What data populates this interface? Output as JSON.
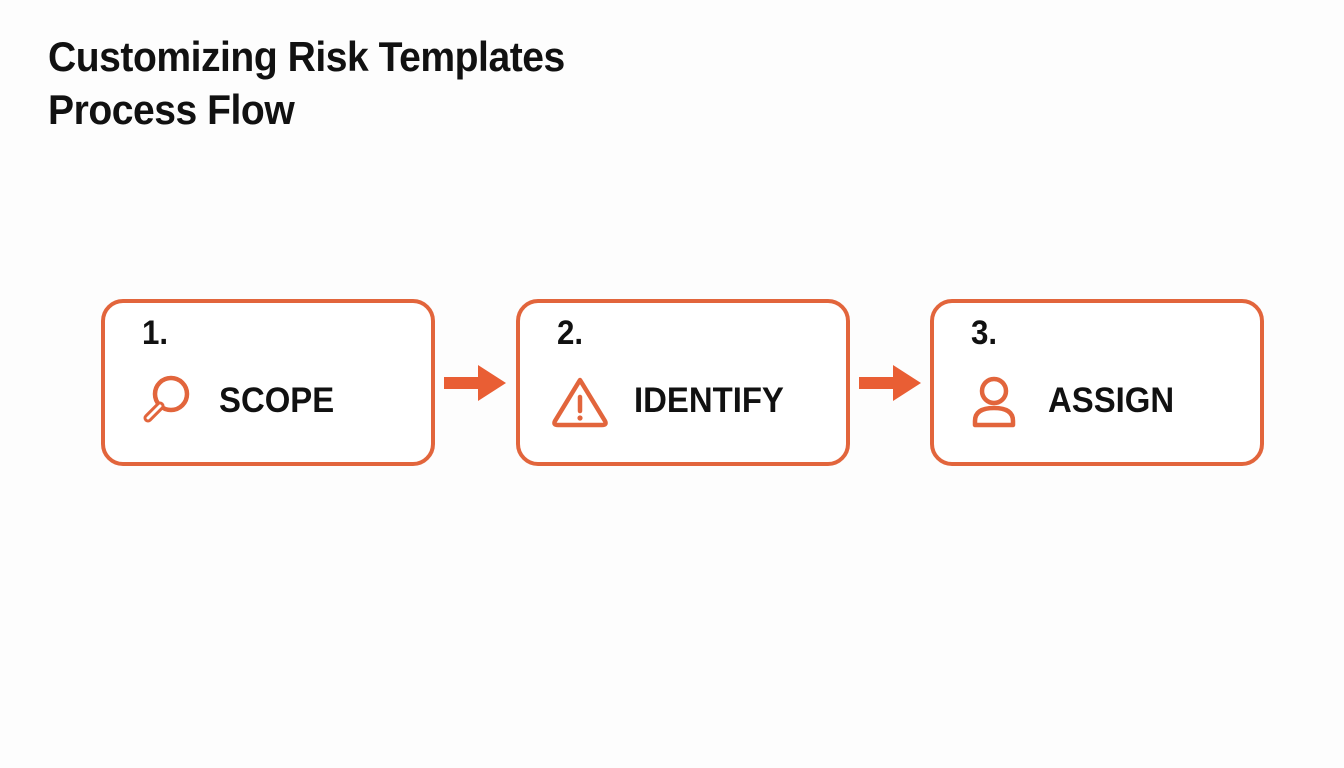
{
  "title": {
    "line1": "Customizing Risk Templates",
    "line2": "Process Flow"
  },
  "theme": {
    "accent": "#E2653C",
    "text": "#111111",
    "background": "#FDFDFD",
    "card_background": "#FFFFFF"
  },
  "flow": {
    "steps": [
      {
        "number": "1.",
        "label": "SCOPE",
        "icon": "magnifier-icon"
      },
      {
        "number": "2.",
        "label": "IDENTIFY",
        "icon": "warning-triangle-icon"
      },
      {
        "number": "3.",
        "label": "ASSIGN",
        "icon": "person-icon"
      }
    ],
    "connectors": [
      {
        "icon": "arrow-right-icon"
      },
      {
        "icon": "arrow-right-icon"
      }
    ]
  }
}
